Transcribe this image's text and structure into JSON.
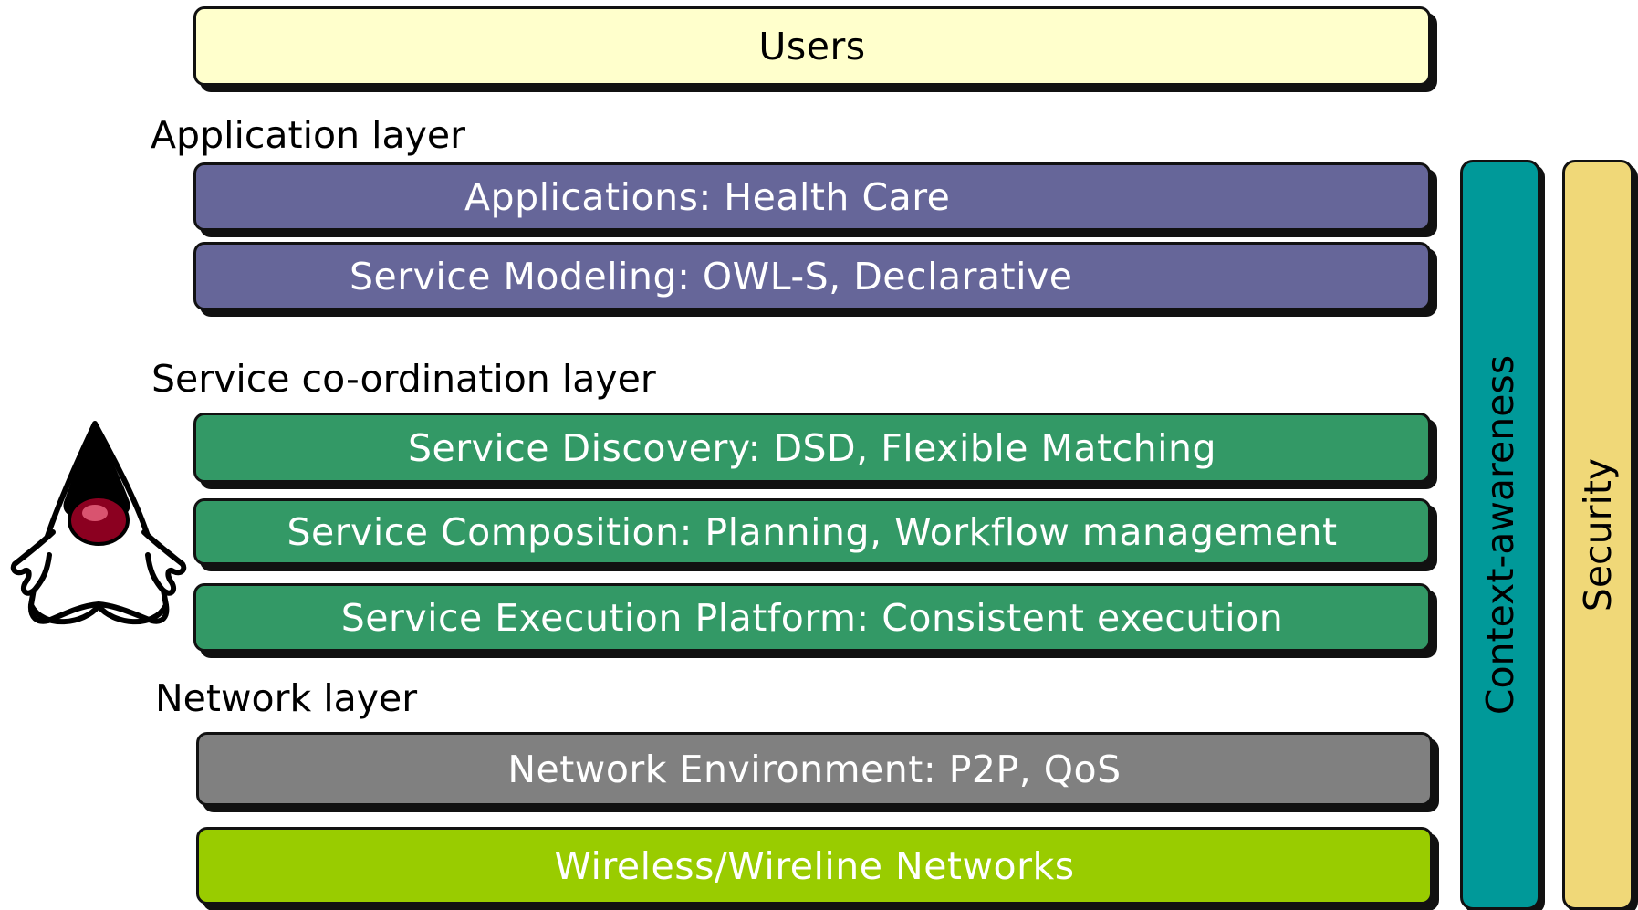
{
  "users": "Users",
  "headings": {
    "application": "Application layer",
    "coordination": "Service co-ordination layer",
    "network": "Network layer"
  },
  "application_layer": {
    "applications": "Applications: Health Care",
    "service_modeling": "Service Modeling: OWL-S, Declarative"
  },
  "coordination_layer": {
    "discovery": "Service Discovery: DSD, Flexible Matching",
    "composition": "Service Composition: Planning, Workflow management",
    "execution": "Service Execution Platform: Consistent execution"
  },
  "network_layer": {
    "environment": "Network Environment: P2P, QoS",
    "networks": "Wireless/Wireline Networks"
  },
  "side_bars": {
    "context": "Context-awareness",
    "security": "Security"
  },
  "icon": "java-duke-mascot-icon",
  "colors": {
    "users": "#ffffcc",
    "application": "#666699",
    "coordination": "#339966",
    "network_environment": "#808080",
    "networks": "#99cc00",
    "context": "#009999",
    "security": "#f0d878"
  }
}
